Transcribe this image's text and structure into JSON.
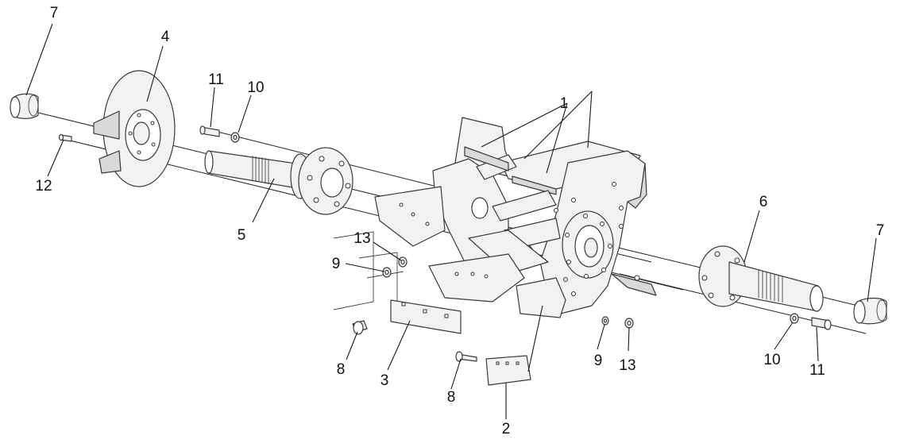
{
  "callouts": [
    {
      "id": "c1",
      "text": "1"
    },
    {
      "id": "c2",
      "text": "2"
    },
    {
      "id": "c3",
      "text": "3"
    },
    {
      "id": "c4",
      "text": "4"
    },
    {
      "id": "c5",
      "text": "5"
    },
    {
      "id": "c6",
      "text": "6"
    },
    {
      "id": "c7a",
      "text": "7"
    },
    {
      "id": "c7b",
      "text": "7"
    },
    {
      "id": "c8a",
      "text": "8"
    },
    {
      "id": "c8b",
      "text": "8"
    },
    {
      "id": "c9a",
      "text": "9"
    },
    {
      "id": "c9b",
      "text": "9"
    },
    {
      "id": "c10a",
      "text": "10"
    },
    {
      "id": "c10b",
      "text": "10"
    },
    {
      "id": "c11a",
      "text": "11"
    },
    {
      "id": "c11b",
      "text": "11"
    },
    {
      "id": "c12",
      "text": "12"
    },
    {
      "id": "c13a",
      "text": "13"
    },
    {
      "id": "c13b",
      "text": "13"
    }
  ]
}
